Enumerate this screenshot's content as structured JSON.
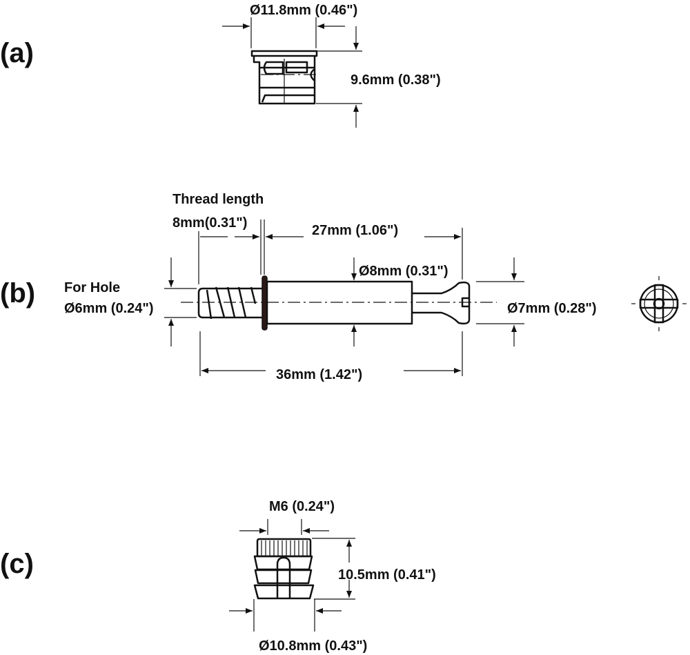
{
  "part_a": {
    "label": "(a)",
    "diameter": "Ø11.8mm (0.46\")",
    "height": "9.6mm (0.38\")"
  },
  "part_b": {
    "label": "(b)",
    "thread_title": "Thread length",
    "thread_length": "8mm(0.31\")",
    "shaft_length": "27mm (1.06\")",
    "shaft_diameter": "Ø8mm (0.31\")",
    "hole_title": "For Hole",
    "hole_diameter": "Ø6mm (0.24\")",
    "head_diameter": "Ø7mm (0.28\")",
    "total_length": "36mm (1.42\")"
  },
  "part_c": {
    "label": "(c)",
    "thread": "M6 (0.24\")",
    "height": "10.5mm (0.41\")",
    "diameter": "Ø10.8mm (0.43\")"
  }
}
